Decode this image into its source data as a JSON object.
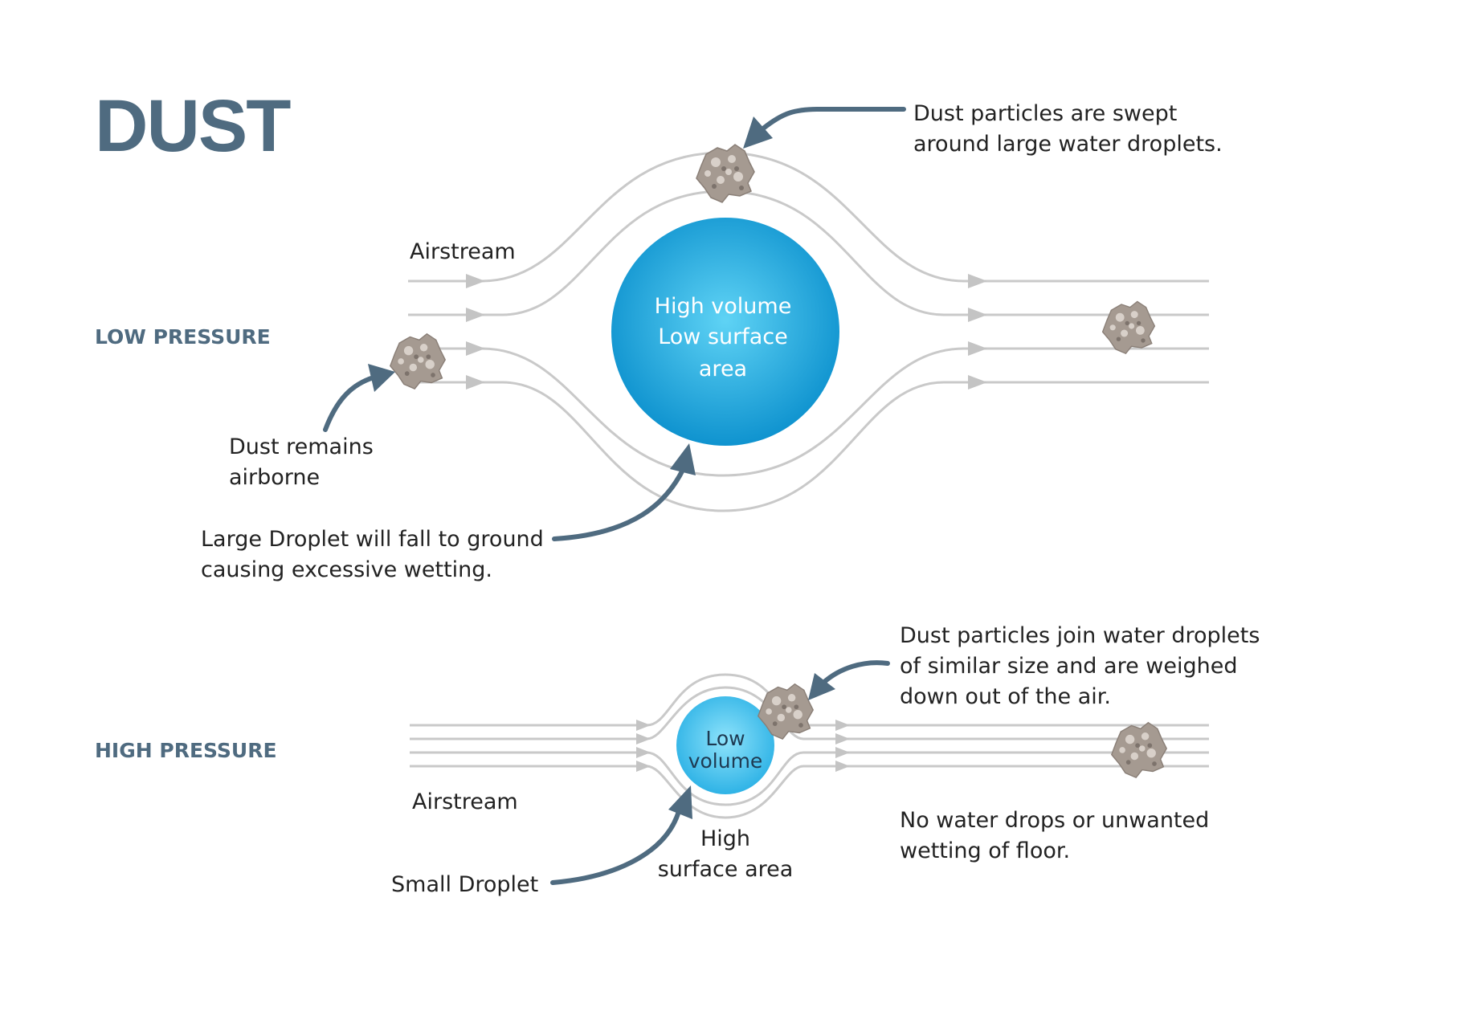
{
  "title": "DUST",
  "low_pressure": {
    "heading": "LOW PRESSURE",
    "airstream_label": "Airstream",
    "droplet_lines": [
      "High volume",
      "Low surface",
      "area"
    ],
    "callouts": {
      "swept": [
        "Dust particles are swept",
        "around large water droplets."
      ],
      "airborne": [
        "Dust remains",
        "airborne"
      ],
      "large_droplet": [
        "Large Droplet will fall to ground",
        "causing excessive wetting."
      ]
    }
  },
  "high_pressure": {
    "heading": "HIGH PRESSURE",
    "airstream_label": "Airstream",
    "droplet_lines": [
      "Low",
      "volume"
    ],
    "surface_lines": [
      "High",
      "surface area"
    ],
    "callouts": {
      "join": [
        "Dust particles join water droplets",
        "of similar size and are weighed",
        "down out of the air."
      ],
      "small_droplet": [
        "Small Droplet"
      ],
      "no_drops": [
        "No water drops or unwanted",
        "wetting of floor."
      ]
    }
  },
  "colors": {
    "heading": "#4f6b80",
    "droplet_center": "#5fd3f5",
    "droplet_edge": "#0f93cf",
    "airstream": "#c9c9c9",
    "pointer_arrow": "#4f6b80",
    "dust_particle": "#a59a91"
  }
}
